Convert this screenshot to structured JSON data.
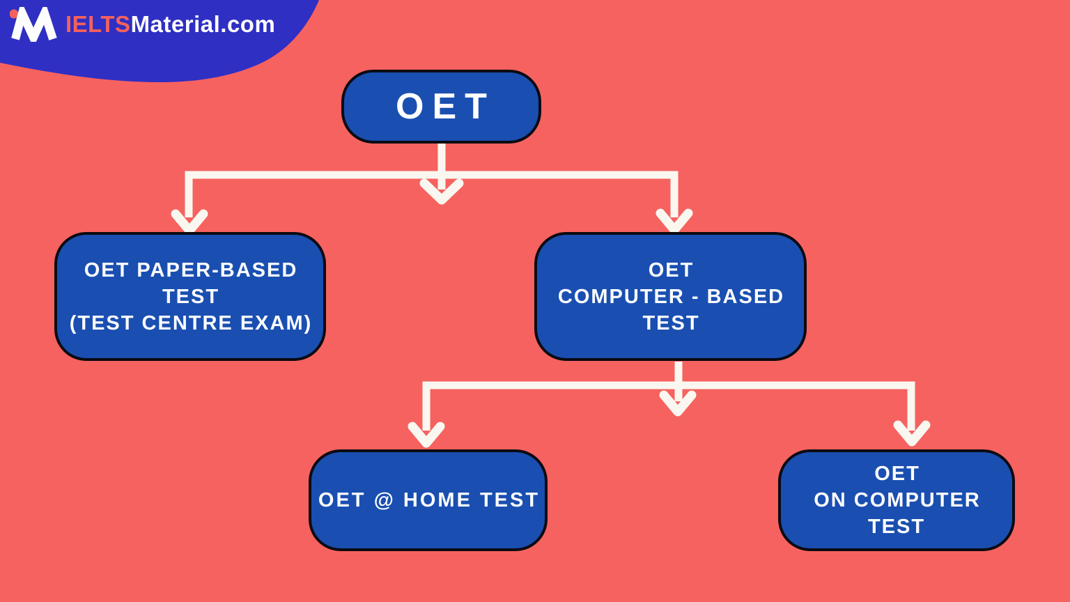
{
  "brand": {
    "mark": "iM monogram",
    "name_accent": "IELTS",
    "name_rest": "Material.com"
  },
  "colors": {
    "background": "#F6625F",
    "blob": "#2F2FC4",
    "node_fill": "#1A4FB1",
    "node_border": "#0B0B12",
    "node_text": "#FEFEFE",
    "arrow": "#FAF7F0",
    "logo_accent": "#F4615C",
    "logo_text": "#FDFDFD"
  },
  "diagram": {
    "type": "flowchart",
    "nodes": {
      "root": {
        "label": "OET",
        "lines": [
          "OET"
        ]
      },
      "paper": {
        "label": "OET PAPER-BASED TEST (TEST CENTRE EXAM)",
        "lines": [
          "OET PAPER-BASED",
          "TEST",
          "(TEST CENTRE EXAM)"
        ]
      },
      "computer": {
        "label": "OET COMPUTER - BASED TEST",
        "lines": [
          "OET",
          "COMPUTER - BASED",
          "TEST"
        ]
      },
      "home": {
        "label": "OET @ HOME TEST",
        "lines": [
          "OET @ HOME TEST"
        ]
      },
      "on_computer": {
        "label": "OET ON COMPUTER TEST",
        "lines": [
          "OET",
          "ON COMPUTER TEST"
        ]
      }
    },
    "edges": [
      {
        "from": "root",
        "to": "paper"
      },
      {
        "from": "root",
        "to": "computer"
      },
      {
        "from": "computer",
        "to": "home"
      },
      {
        "from": "computer",
        "to": "on_computer"
      }
    ]
  }
}
